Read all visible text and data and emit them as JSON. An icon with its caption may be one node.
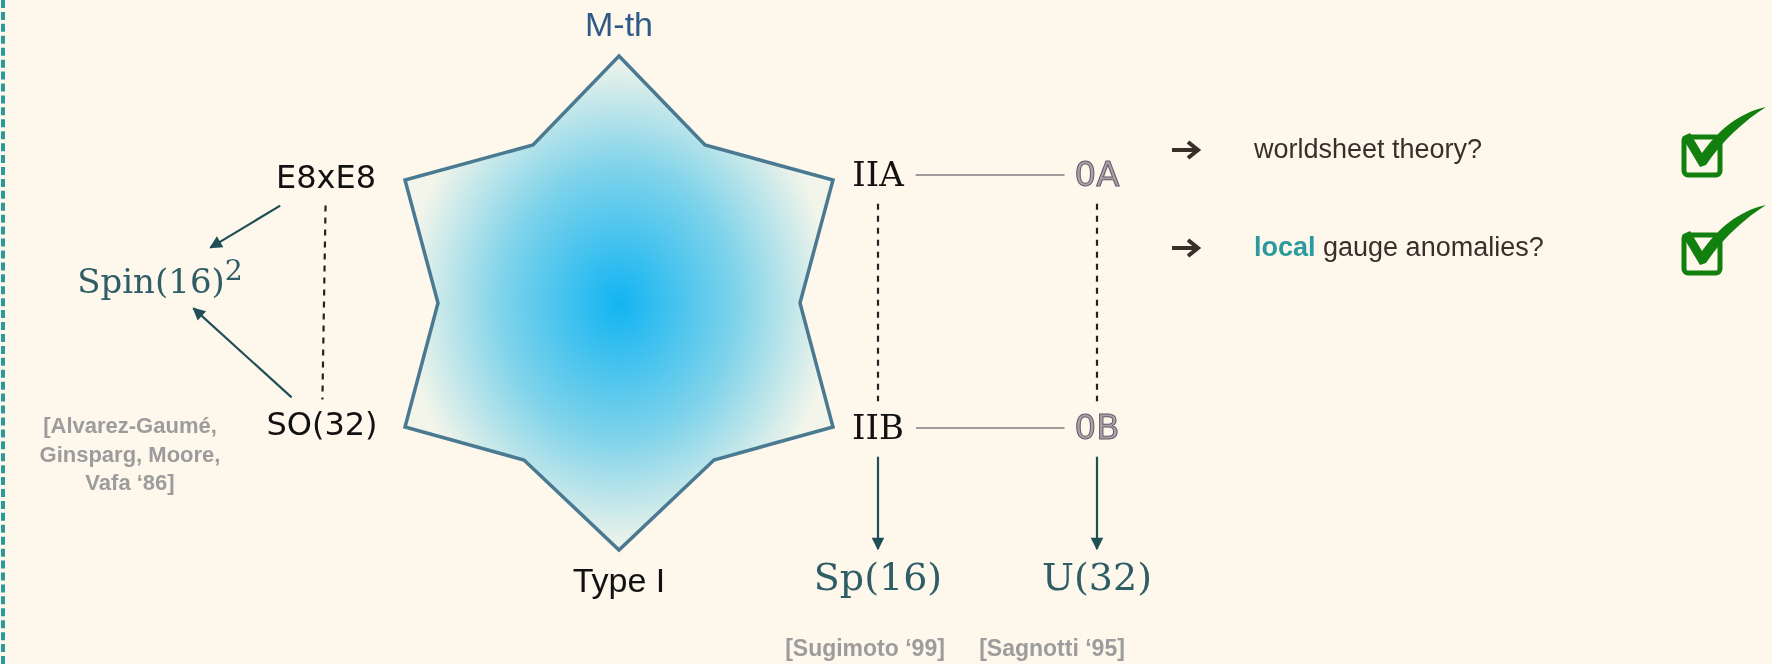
{
  "diagram": {
    "nodes": [
      {
        "text": [
          "E8xE8"
        ]
      },
      {
        "text": [
          "Spin(16)$^{2}$"
        ]
      },
      {
        "text": [
          "SO(32)"
        ]
      },
      {
        "text": [
          "IIA"
        ]
      },
      {
        "text": [
          "0A"
        ]
      },
      {
        "text": [
          "IIB"
        ]
      },
      {
        "text": [
          "0B"
        ]
      },
      {
        "text": [
          "Sp(16)"
        ],
        "beside": [
          "[Sugimoto ‘99]"
        ]
      },
      {
        "text": [
          "U(32)"
        ],
        "beside": [
          "[Sagnotti ‘95]"
        ]
      }
    ],
    "edges": [
      {
        "from": 0,
        "to": 1,
        "arrow": "to"
      },
      {
        "from": 2,
        "to": 1,
        "arrow": "to"
      },
      {
        "from": 0,
        "to": 2,
        "arrow": "none",
        "style": "dashed",
        "color": "#222222"
      },
      {
        "from": 3,
        "to": 4,
        "arrow": "none",
        "color": "#a39b9b"
      },
      {
        "from": 3,
        "to": 5,
        "arrow": "none",
        "style": "dashed",
        "color": "#222222"
      },
      {
        "from": 4,
        "to": 6,
        "arrow": "none",
        "style": "dashed",
        "color": "#222222"
      },
      {
        "from": 5,
        "to": 6,
        "arrow": "none",
        "color": "#a39b9b"
      },
      {
        "from": 5,
        "to": 7,
        "arrow": "to"
      },
      {
        "from": 6,
        "to": 8,
        "arrow": "to"
      }
    ],
    "labels": [
      "M-th",
      "[Alvarez-Gaumé, Ginsparg, Moore, Vafa ‘86]",
      "Type I",
      "worldsheet theory?",
      "**local** gauge anomalies?"
    ]
  }
}
